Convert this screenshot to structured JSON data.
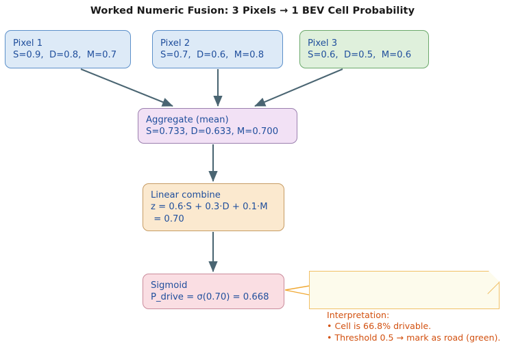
{
  "title": "Worked Numeric Fusion: 3 Pixels → 1 BEV Cell Probability",
  "colors": {
    "background": "#ffffff",
    "title_text": "#1a1a1a",
    "node_text": "#1f4e9c",
    "arrow": "#4a6572",
    "pixel_fill": "#ddeaf7",
    "pixel_border": "#5b8fc9",
    "pixel3_fill": "#dff0dc",
    "pixel3_border": "#6aa86a",
    "aggregate_fill": "#f2e1f5",
    "aggregate_border": "#9a7fae",
    "linear_fill": "#fbe9cf",
    "linear_border": "#c69b62",
    "sigmoid_fill": "#fadee3",
    "sigmoid_border": "#c98a9a",
    "note_fill": "#fdfbec",
    "note_border": "#f0c066",
    "note_text": "#d2500f"
  },
  "nodes": {
    "pixel1": {
      "line1": "Pixel 1",
      "line2": "S=0.9,  D=0.8,  M=0.7"
    },
    "pixel2": {
      "line1": "Pixel 2",
      "line2": "S=0.7,  D=0.6,  M=0.8"
    },
    "pixel3": {
      "line1": "Pixel 3",
      "line2": "S=0.6,  D=0.5,  M=0.6"
    },
    "aggregate": {
      "line1": "Aggregate (mean)",
      "line2": "S=0.733, D=0.633, M=0.700"
    },
    "linear": {
      "line1": "Linear combine",
      "line2": "z = 0.6·S + 0.3·D + 0.1·M",
      "line3": " = 0.70"
    },
    "sigmoid": {
      "line1": "Sigmoid",
      "line2": "P_drive = σ(0.70) = 0.668"
    }
  },
  "note": {
    "heading": "Interpretation:",
    "bullet1": "• Cell is 66.8% drivable.",
    "bullet2": "• Threshold 0.5 → mark as road (green)."
  }
}
